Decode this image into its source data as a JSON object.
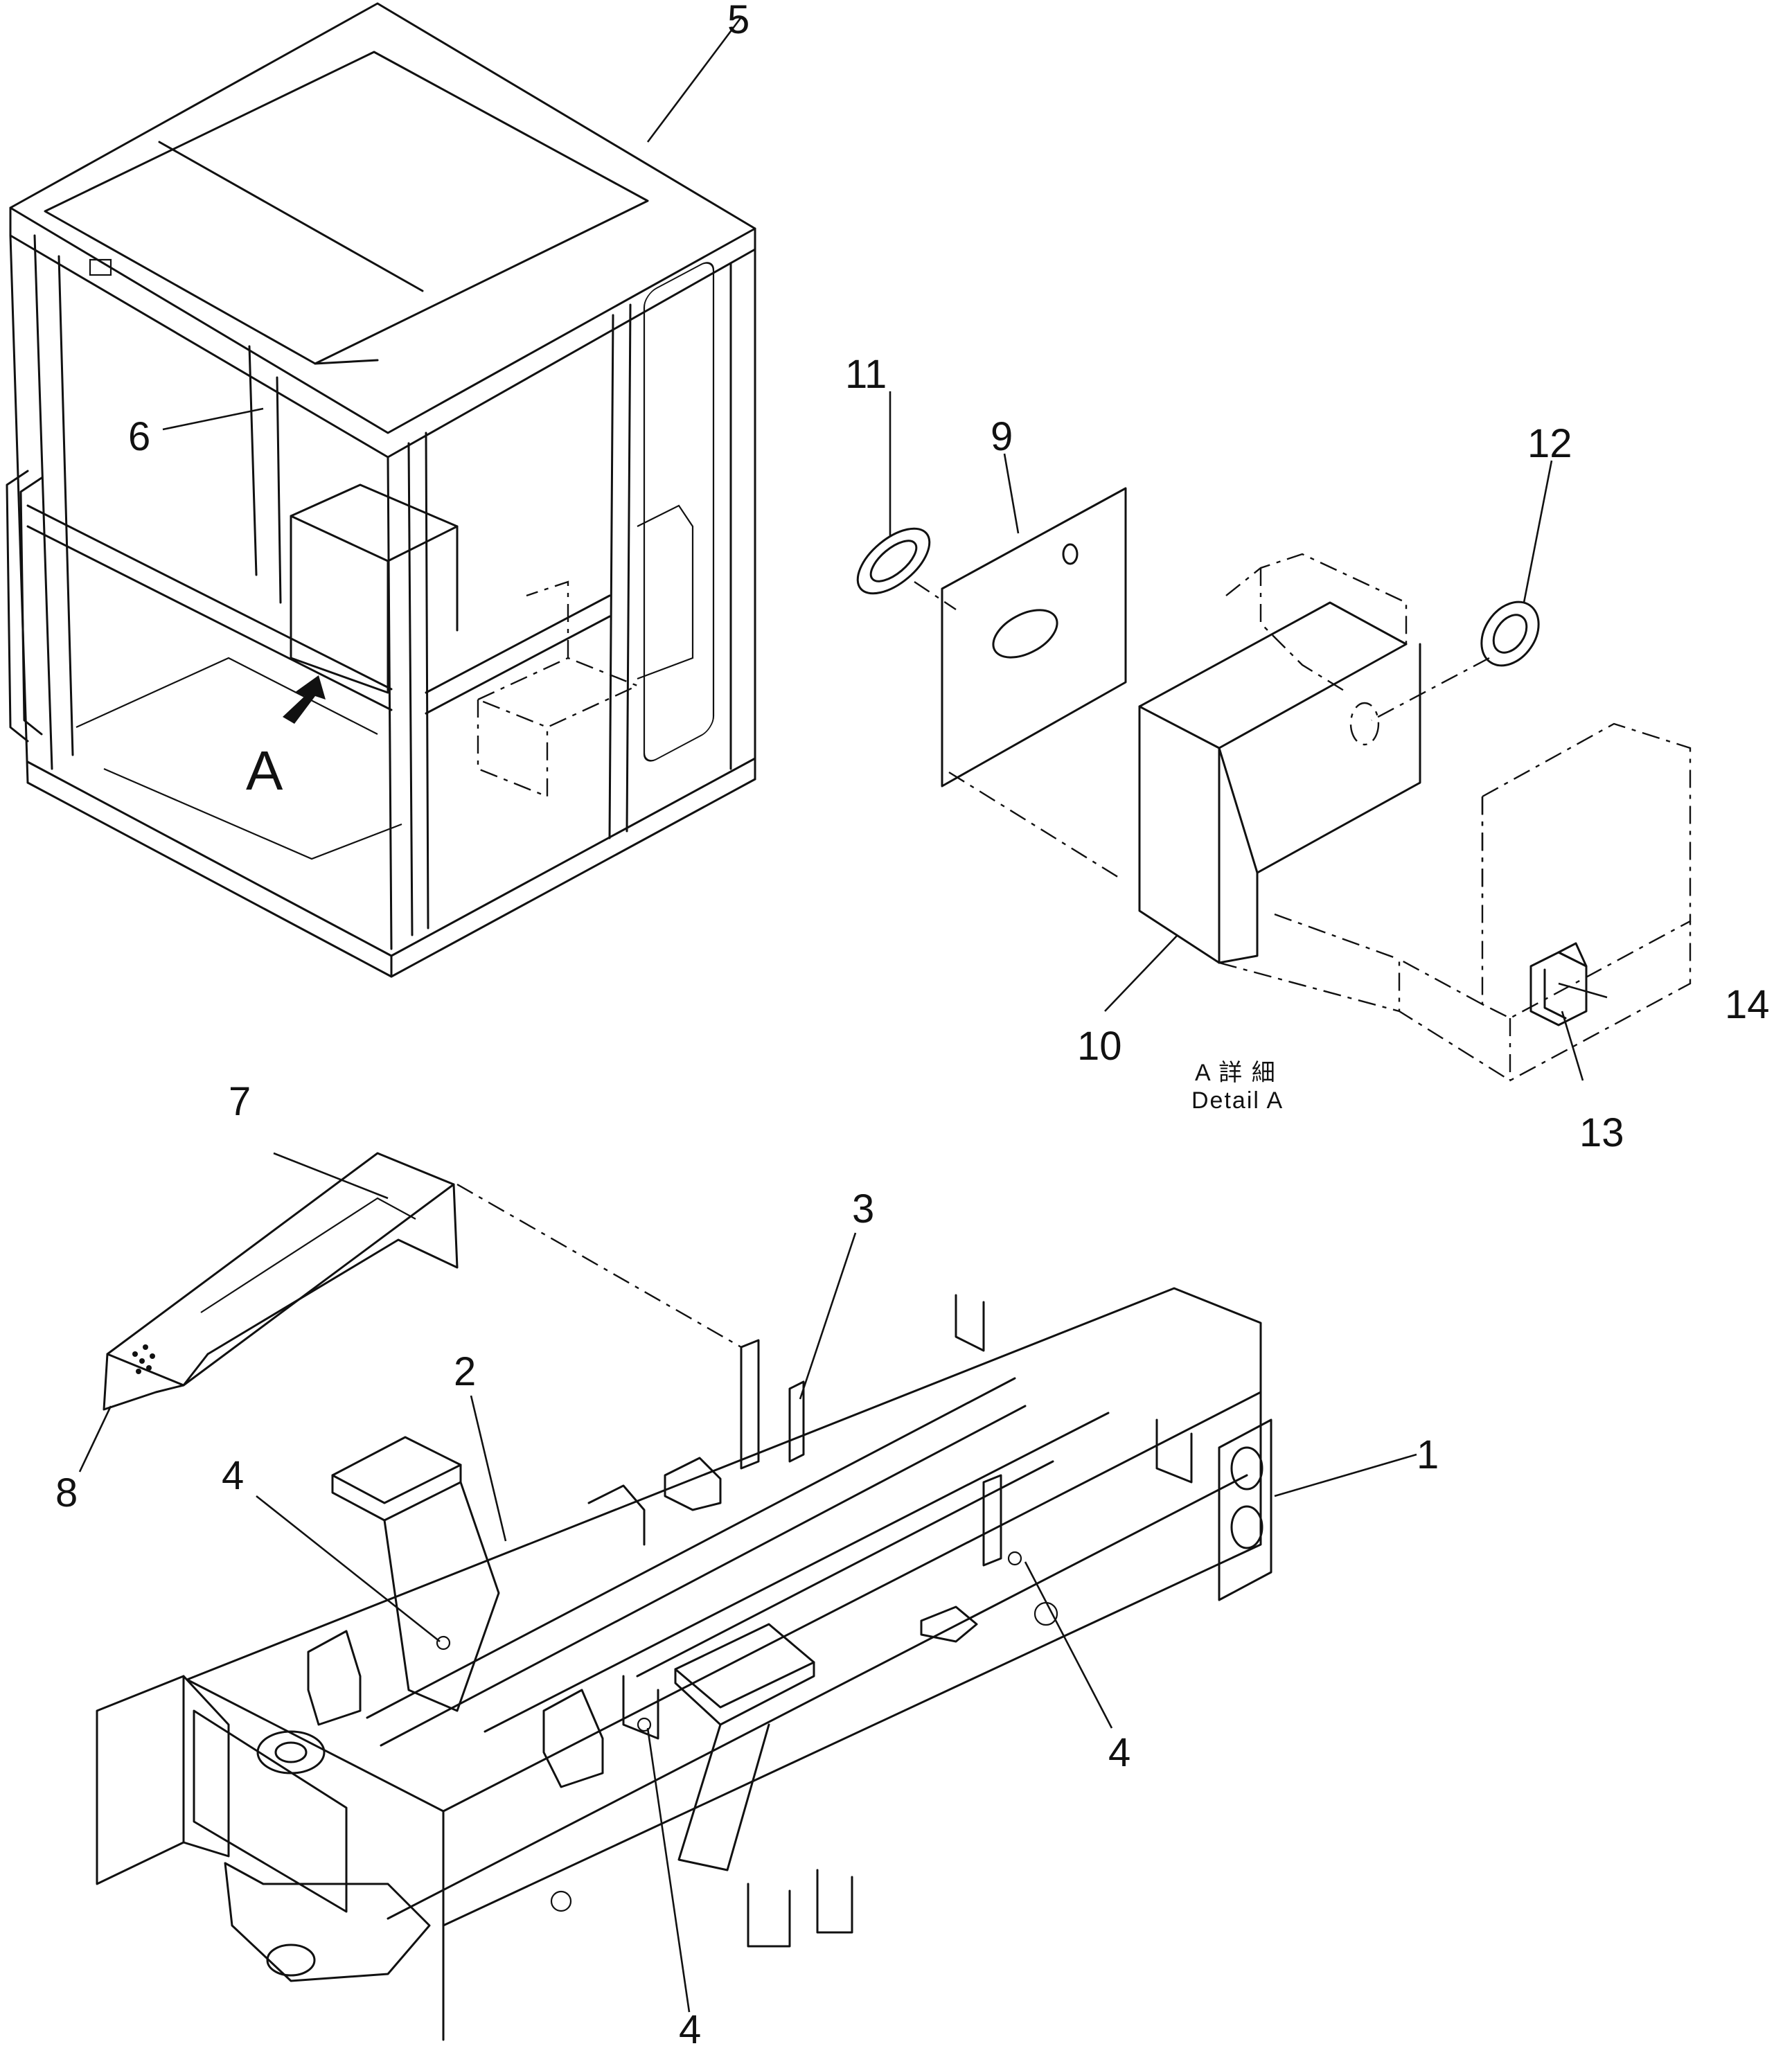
{
  "callouts": {
    "c1": "1",
    "c2": "2",
    "c3": "3",
    "c4a": "4",
    "c4b": "4",
    "c4c": "4",
    "c5": "5",
    "c6": "6",
    "c7": "7",
    "c8": "8",
    "c9": "9",
    "c10": "10",
    "c11": "11",
    "c12": "12",
    "c13": "13",
    "c14": "14"
  },
  "view_marker": "A",
  "detail_caption": {
    "japanese": "A 詳 細",
    "english": "Detail A"
  },
  "icons": {
    "view_arrow": "view-direction-arrow-icon"
  }
}
